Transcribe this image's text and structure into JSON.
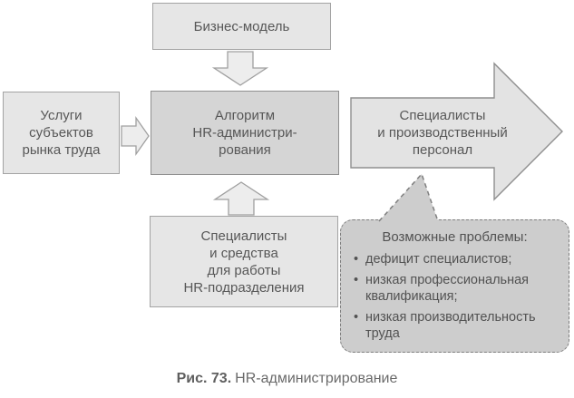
{
  "colors": {
    "background": "#ffffff",
    "box_fill": "#e6e6e6",
    "box_border": "#a3a3a3",
    "center_box_fill": "#d5d5d5",
    "center_box_border": "#8f8f8f",
    "connector_arrow_fill": "#ededed",
    "connector_arrow_border": "#a0a0a0",
    "output_arrow_fill": "#e3e3e3",
    "output_arrow_border": "#8f8f8f",
    "callout_fill": "#cdcdcd",
    "callout_border": "#7f7f7f",
    "text": "#575757"
  },
  "boxes": {
    "business_model": {
      "label": "Бизнес-модель"
    },
    "labor_market_services": {
      "label": "Услуги\nсубъектов\nрынка труда"
    },
    "hr_admin_algorithm": {
      "label": "Алгоритм\nHR-администри-\nрования"
    },
    "hr_unit_resources": {
      "label": "Специалисты\nи средства\nдля работы\nHR-подразделения"
    }
  },
  "output_arrow": {
    "label": "Специалисты\nи производственный\nперсонал"
  },
  "callout": {
    "title": "Возможные проблемы:",
    "items": [
      "дефицит специалистов;",
      "низкая профессиональная квалификация;",
      "низкая производительность труда"
    ]
  },
  "caption": {
    "figure_label": "Рис. 73.",
    "title": "HR-администрирование"
  }
}
